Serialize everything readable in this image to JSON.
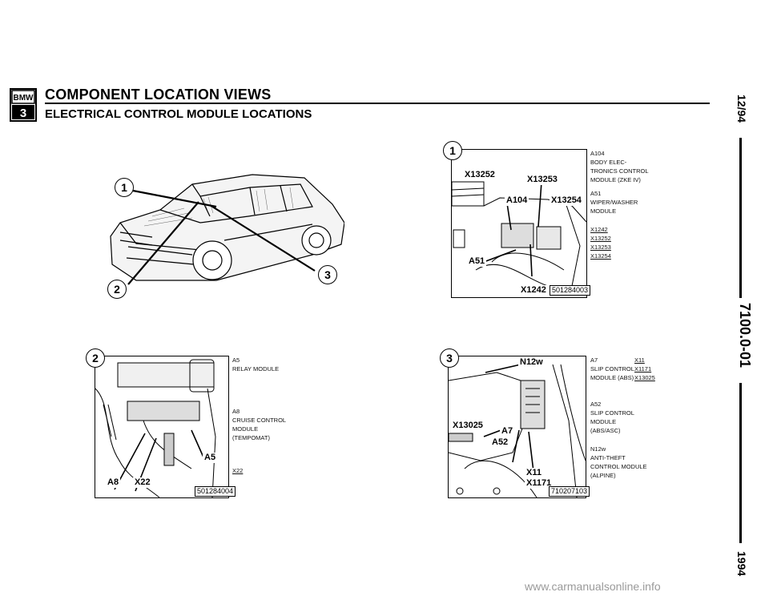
{
  "header": {
    "brand_top": "BMW",
    "brand_bottom": "3",
    "title": "COMPONENT LOCATION VIEWS",
    "subtitle": "ELECTRICAL CONTROL MODULE LOCATIONS"
  },
  "side": {
    "date": "12/94",
    "doc_number": "7100.0-01",
    "year": "1994"
  },
  "car": {
    "callouts": [
      "1",
      "2",
      "3"
    ]
  },
  "view1": {
    "number": "1",
    "labels": [
      "X13252",
      "X13253",
      "A104",
      "X13254",
      "A51",
      "X1242"
    ],
    "code": "501284003",
    "legend": [
      {
        "id": "A104",
        "lines": [
          "BODY ELEC-",
          "TRONICS CONTROL",
          "MODULE (ZKE IV)"
        ]
      },
      {
        "id": "A51",
        "lines": [
          "WIPER/WASHER",
          "MODULE"
        ]
      }
    ],
    "connectors": [
      "X1242",
      "X13252",
      "X13253",
      "X13254"
    ]
  },
  "view2": {
    "number": "2",
    "labels": [
      "A5",
      "A8",
      "X22"
    ],
    "code": "501284004",
    "legend": [
      {
        "id": "A5",
        "lines": [
          "RELAY MODULE"
        ]
      },
      {
        "id": "A8",
        "lines": [
          "CRUISE CONTROL",
          "MODULE",
          "(TEMPOMAT)"
        ]
      }
    ],
    "connectors": [
      "X22"
    ]
  },
  "view3": {
    "number": "3",
    "labels": [
      "N12w",
      "X13025",
      "A7",
      "A52",
      "X11",
      "X1171"
    ],
    "code": "710207103",
    "legend": [
      {
        "id": "A7",
        "lines": [
          "SLIP CONTROL",
          "MODULE (ABS)"
        ]
      },
      {
        "id": "A52",
        "lines": [
          "SLIP CONTROL",
          "MODULE",
          "(ABS/ASC)"
        ]
      },
      {
        "id": "N12w",
        "lines": [
          "ANTI-THEFT",
          "CONTROL MODULE",
          "(ALPINE)"
        ]
      }
    ],
    "connectors": [
      "X11",
      "X1171",
      "X13025"
    ]
  },
  "footer": {
    "watermark": "www.carmanualsonline.info"
  }
}
